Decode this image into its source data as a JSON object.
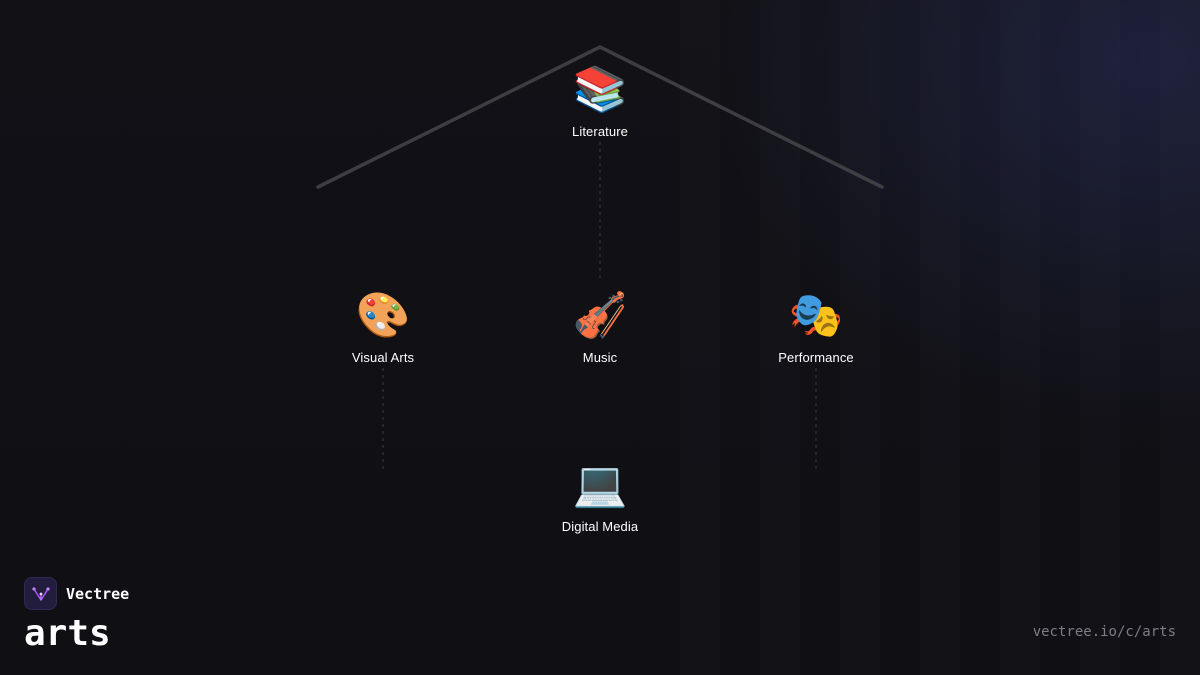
{
  "brand": {
    "name": "Vectree",
    "logo_icon": "vectree-logo-icon",
    "accent_color": "#a855f7"
  },
  "category": "arts",
  "url": "vectree.io/c/arts",
  "colors": {
    "background": "#0f0f13",
    "roof_line": "#3d3d42",
    "dashed_line": "#3a3a40",
    "label": "#ffffff",
    "url": "#7c7c84"
  },
  "diagram": {
    "nodes": [
      {
        "id": "literature",
        "icon": "books-icon",
        "glyph": "📚",
        "label": "Literature"
      },
      {
        "id": "visual-arts",
        "icon": "palette-icon",
        "glyph": "🎨",
        "label": "Visual Arts"
      },
      {
        "id": "music",
        "icon": "violin-icon",
        "glyph": "🎻",
        "label": "Music"
      },
      {
        "id": "performance",
        "icon": "performing-arts-icon",
        "glyph": "🎭",
        "label": "Performance"
      },
      {
        "id": "digital-media",
        "icon": "laptop-icon",
        "glyph": "💻",
        "label": "Digital Media"
      }
    ],
    "edges": [
      {
        "from": "literature",
        "to": "music",
        "style": "dashed"
      },
      {
        "from": "visual-arts",
        "to": "digital-media",
        "style": "dashed"
      },
      {
        "from": "performance",
        "to": "digital-media",
        "style": "dashed"
      }
    ]
  }
}
